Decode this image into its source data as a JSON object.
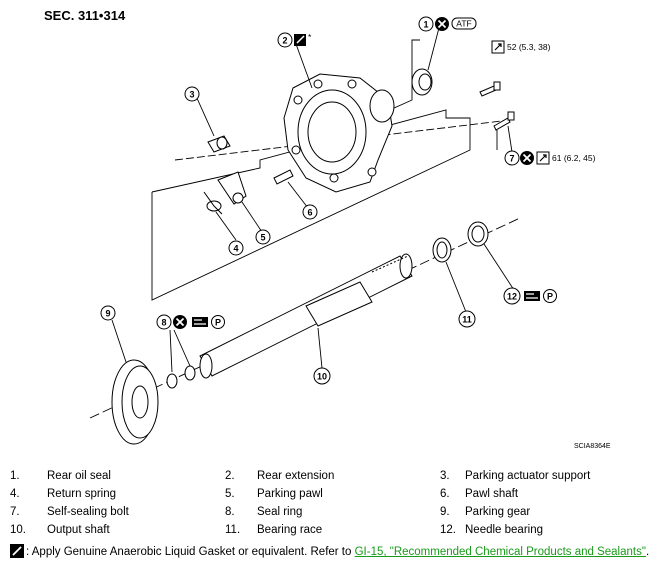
{
  "header": {
    "section": "SEC. 311•314"
  },
  "diagram": {
    "image_code": "SCIA8364E",
    "callouts": [
      {
        "n": "1",
        "symbols": [
          "x-icon",
          "atf-badge"
        ]
      },
      {
        "n": "2",
        "symbols": [
          "gasket-icon"
        ],
        "mark": "*"
      },
      {
        "n": "3",
        "symbols": []
      },
      {
        "n": "4",
        "symbols": []
      },
      {
        "n": "5",
        "symbols": []
      },
      {
        "n": "6",
        "symbols": []
      },
      {
        "n": "7",
        "symbols": [
          "x-icon",
          "torque-icon"
        ]
      },
      {
        "n": "8",
        "symbols": [
          "x-icon",
          "grease-icon",
          "p-icon"
        ]
      },
      {
        "n": "9",
        "symbols": []
      },
      {
        "n": "10",
        "symbols": []
      },
      {
        "n": "11",
        "symbols": []
      },
      {
        "n": "12",
        "symbols": [
          "grease-icon",
          "p-icon"
        ]
      }
    ],
    "atf_badge": "ATF",
    "torque_upper": "52 (5.3, 38)",
    "torque_lower": "61 (6.2, 45)",
    "p_letter": "P",
    "asterisk": "*"
  },
  "legend": [
    [
      {
        "num": "1.",
        "name": "Rear oil seal"
      },
      {
        "num": "2.",
        "name": "Rear extension"
      },
      {
        "num": "3.",
        "name": "Parking actuator support"
      }
    ],
    [
      {
        "num": "4.",
        "name": "Return spring"
      },
      {
        "num": "5.",
        "name": "Parking pawl"
      },
      {
        "num": "6.",
        "name": "Pawl shaft"
      }
    ],
    [
      {
        "num": "7.",
        "name": "Self-sealing bolt"
      },
      {
        "num": "8.",
        "name": "Seal ring"
      },
      {
        "num": "9.",
        "name": "Parking gear"
      }
    ],
    [
      {
        "num": "10.",
        "name": "Output shaft"
      },
      {
        "num": "11.",
        "name": "Bearing race"
      },
      {
        "num": "12.",
        "name": "Needle bearing"
      }
    ]
  ],
  "note": {
    "text": ": Apply Genuine Anaerobic Liquid Gasket or equivalent. Refer to ",
    "link": "GI-15, \"Recommended Chemical Products and Sealants\"",
    "end": "."
  }
}
